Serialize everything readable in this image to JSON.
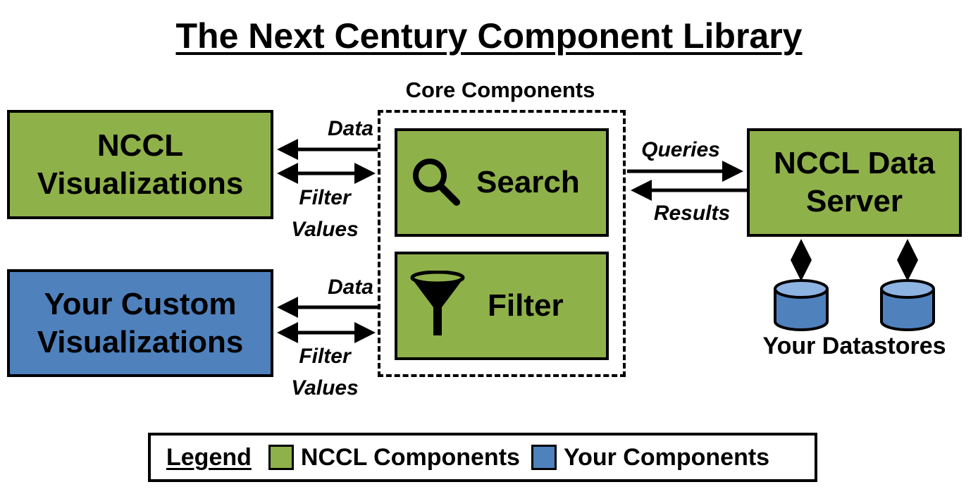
{
  "title": "The Next Century Component Library",
  "core_components_label": "Core Components",
  "boxes": {
    "nccl_visualizations": {
      "line1": "NCCL",
      "line2": "Visualizations"
    },
    "custom_visualizations": {
      "line1": "Your Custom",
      "line2": "Visualizations"
    },
    "search": "Search",
    "filter": "Filter",
    "data_server": {
      "line1": "NCCL Data",
      "line2": "Server"
    }
  },
  "arrows": {
    "data_top": "Data",
    "filter_values_top": {
      "line1": "Filter",
      "line2": "Values"
    },
    "data_bottom": "Data",
    "filter_values_bottom": {
      "line1": "Filter",
      "line2": "Values"
    },
    "queries": "Queries",
    "results": "Results"
  },
  "datastores_label": "Your Datastores",
  "legend": {
    "title": "Legend",
    "nccl": "NCCL Components",
    "yours": "Your Components"
  },
  "colors": {
    "nccl_green": "#8fb14a",
    "your_blue": "#4f81bd",
    "datastore_top": "#8db3e2",
    "datastore_body": "#4f81bd"
  },
  "icons": {
    "search": "magnifier-icon",
    "filter": "funnel-icon",
    "datastore": "cylinder-icon"
  }
}
